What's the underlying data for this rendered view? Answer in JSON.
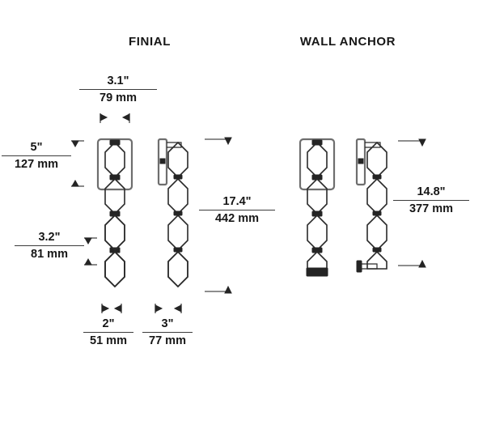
{
  "document": {
    "type": "product-dimension-drawing",
    "background_color": "#ffffff",
    "line_color": "#1a1a1a"
  },
  "titles": {
    "finial": "FINIAL",
    "wall_anchor": "WALL ANCHOR"
  },
  "dimensions": {
    "width_top": {
      "imperial": "3.1\"",
      "metric": "79 mm"
    },
    "height_left": {
      "imperial": "5\"",
      "metric": "127 mm"
    },
    "crystal": {
      "imperial": "3.2\"",
      "metric": "81 mm"
    },
    "total_mid": {
      "imperial": "17.4\"",
      "metric": "442 mm"
    },
    "depth_front": {
      "imperial": "2\"",
      "metric": "51 mm"
    },
    "depth_side": {
      "imperial": "3\"",
      "metric": "77 mm"
    },
    "total_right": {
      "imperial": "14.8\"",
      "metric": "377 mm"
    }
  },
  "views": [
    {
      "id": "finial-front",
      "group": "finial",
      "orientation": "front",
      "crystal_count": 5,
      "backplate": true
    },
    {
      "id": "finial-side",
      "group": "finial",
      "orientation": "side",
      "crystal_count": 5,
      "backplate": true
    },
    {
      "id": "wall-anchor-front",
      "group": "wall-anchor",
      "orientation": "front",
      "crystal_count": 4,
      "backplate": true
    },
    {
      "id": "wall-anchor-side",
      "group": "wall-anchor",
      "orientation": "side",
      "crystal_count": 4,
      "backplate": true
    }
  ]
}
